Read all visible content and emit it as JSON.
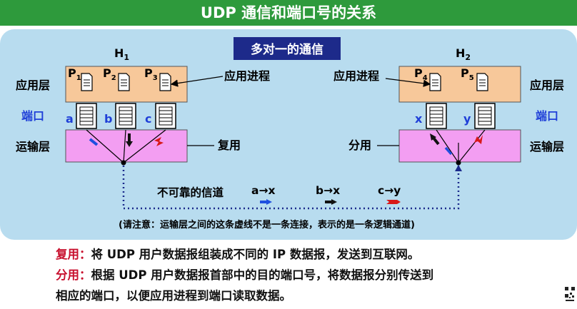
{
  "header": {
    "title": "UDP 通信和端口号的关系"
  },
  "diagram": {
    "subtitle": "多对一的通信",
    "host_left": {
      "name": "H",
      "sub": "1"
    },
    "host_right": {
      "name": "H",
      "sub": "2"
    },
    "layer_labels": {
      "app_left": "应用层",
      "port_left": "端口",
      "transport_left": "运输层",
      "app_right": "应用层",
      "port_right": "端口",
      "transport_right": "运输层"
    },
    "processes_left": [
      {
        "name": "P",
        "sub": "1"
      },
      {
        "name": "P",
        "sub": "2"
      },
      {
        "name": "P",
        "sub": "3"
      }
    ],
    "processes_right": [
      {
        "name": "P",
        "sub": "4"
      },
      {
        "name": "P",
        "sub": "5"
      }
    ],
    "ports_left": [
      "a",
      "b",
      "c"
    ],
    "ports_right": [
      "x",
      "y"
    ],
    "annotations": {
      "app_process_left": "应用进程",
      "app_process_right": "应用进程",
      "multiplex": "复用",
      "demultiplex": "分用"
    },
    "channel": {
      "label": "不可靠的信道",
      "flows": [
        "a→x",
        "b→x",
        "c→y"
      ],
      "note": "(请注意：运输层之间的这条虚线不是一条连接，表示的是一条逻辑通道)"
    },
    "colors": {
      "app_layer": "#f7c89a",
      "transport_layer": "#f39ef2",
      "panel": "#b8dcef",
      "port_blue": "#1f3fd8",
      "arrow_blue": "#1f4fe0",
      "arrow_black": "#111111",
      "arrow_red": "#d81818"
    }
  },
  "bullets": [
    {
      "key": "复用：",
      "text": "将 UDP 用户数据报组装成不同的 IP 数据报，发送到互联网。"
    },
    {
      "key": "分用：",
      "text": "根据 UDP 用户数据报首部中的目的端口号，将数据报分别传送到"
    },
    {
      "key": "",
      "text": "相应的端口，以便应用进程到端口读取数据。"
    }
  ]
}
